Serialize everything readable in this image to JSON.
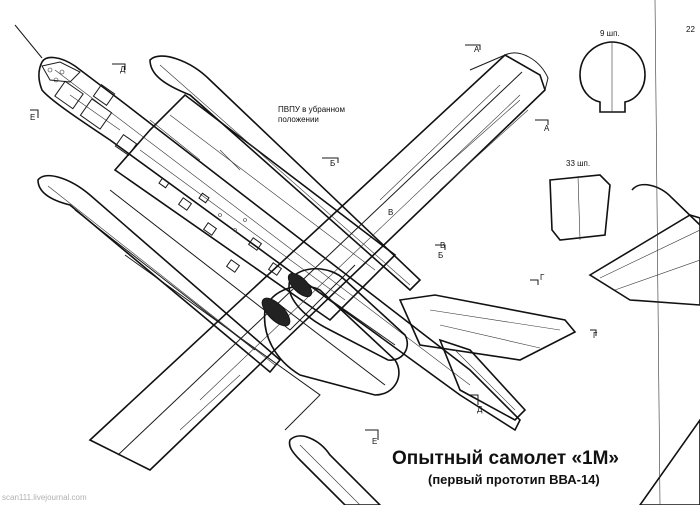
{
  "title": "Опытный самолет «1М»",
  "subtitle": "(первый прототип ВВА-14)",
  "note": {
    "line1": "ПВПУ в убранном",
    "line2": "положении"
  },
  "frames": {
    "frame9": "9 шп.",
    "frame33": "33 шп.",
    "frame22": "22"
  },
  "section_letters": [
    "А",
    "А",
    "Б",
    "Б",
    "В",
    "В",
    "Г",
    "Г",
    "Д",
    "Д",
    "Е",
    "Е"
  ],
  "credit": "scan111.livejournal.com"
}
